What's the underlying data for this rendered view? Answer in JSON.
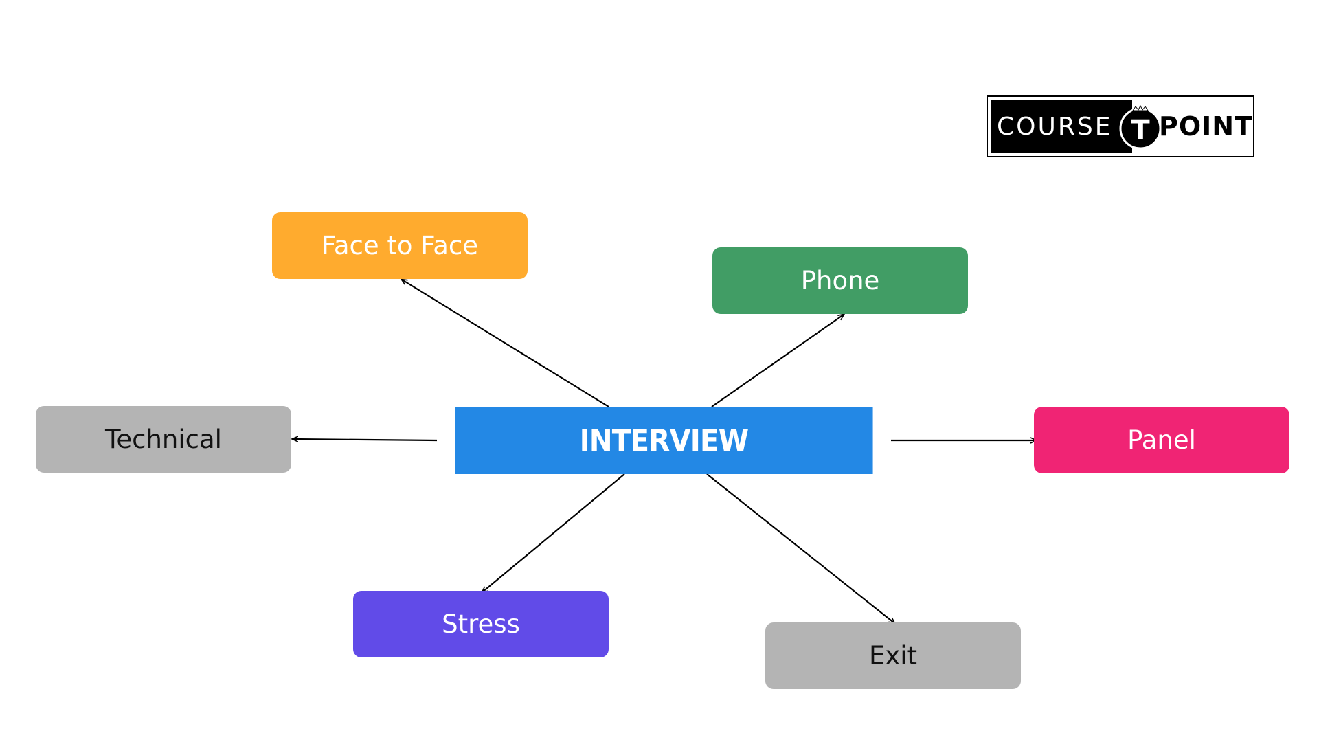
{
  "center": {
    "label": "INTERVIEW",
    "color": "#2388E5",
    "text_color": "#FFFFFF"
  },
  "nodes": [
    {
      "id": "face-to-face",
      "label": "Face to Face",
      "color": "#FFAB2E",
      "text_color": "#FFFFFF"
    },
    {
      "id": "phone",
      "label": "Phone",
      "color": "#419D65",
      "text_color": "#FFFFFF"
    },
    {
      "id": "technical",
      "label": "Technical",
      "color": "#B4B4B4",
      "text_color": "#111111"
    },
    {
      "id": "panel",
      "label": "Panel",
      "color": "#F02474",
      "text_color": "#FFFFFF"
    },
    {
      "id": "stress",
      "label": "Stress",
      "color": "#614BE8",
      "text_color": "#FFFFFF"
    },
    {
      "id": "exit",
      "label": "Exit",
      "color": "#B4B4B4",
      "text_color": "#111111"
    }
  ],
  "edges": [
    {
      "from": "center",
      "to": "face-to-face"
    },
    {
      "from": "center",
      "to": "phone"
    },
    {
      "from": "center",
      "to": "technical"
    },
    {
      "from": "center",
      "to": "panel"
    },
    {
      "from": "center",
      "to": "stress"
    },
    {
      "from": "center",
      "to": "exit"
    }
  ],
  "logo": {
    "word_left": "COURSE",
    "badge_letter": "T",
    "word_right": "POINT"
  }
}
